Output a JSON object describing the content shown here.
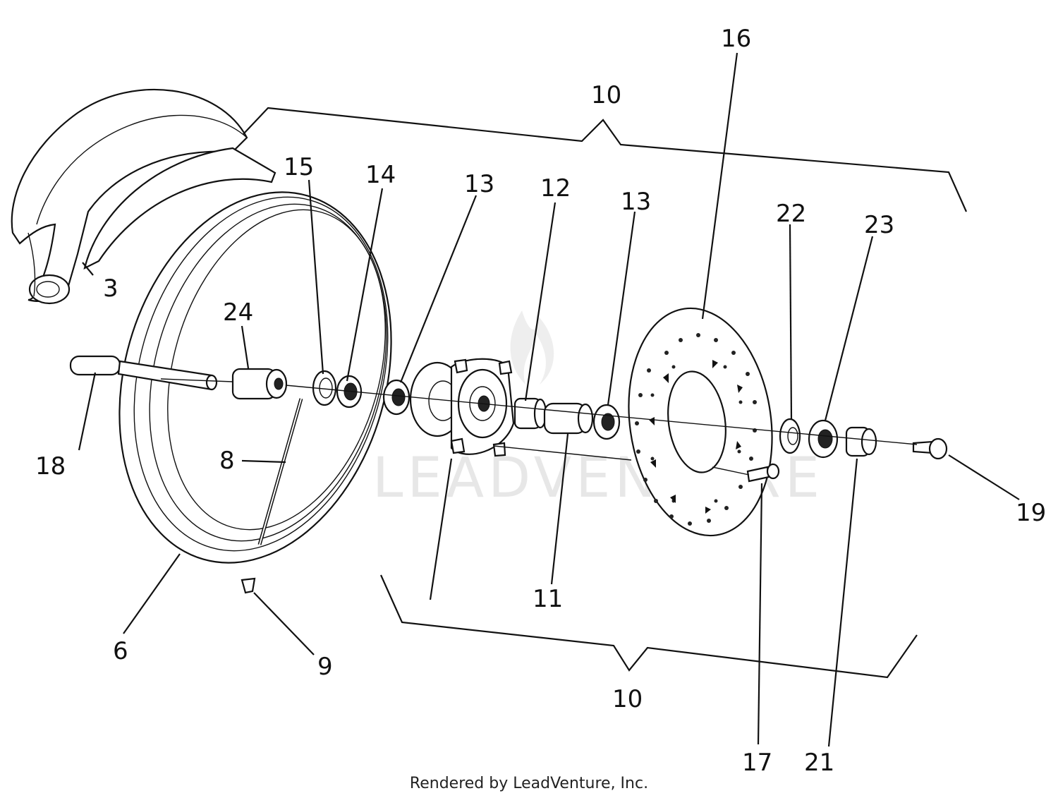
{
  "diagram": {
    "callouts": {
      "c3": "3",
      "c6": "6",
      "c8": "8",
      "c9": "9",
      "c10_top": "10",
      "c10_bottom": "10",
      "c11": "11",
      "c12": "12",
      "c13_left": "13",
      "c13_right": "13",
      "c14": "14",
      "c15": "15",
      "c16": "16",
      "c17": "17",
      "c18": "18",
      "c19": "19",
      "c21": "21",
      "c22": "22",
      "c23": "23",
      "c24": "24"
    },
    "watermark": "LEADVENTURE"
  },
  "footer": {
    "text": "Rendered by LeadVenture, Inc."
  }
}
